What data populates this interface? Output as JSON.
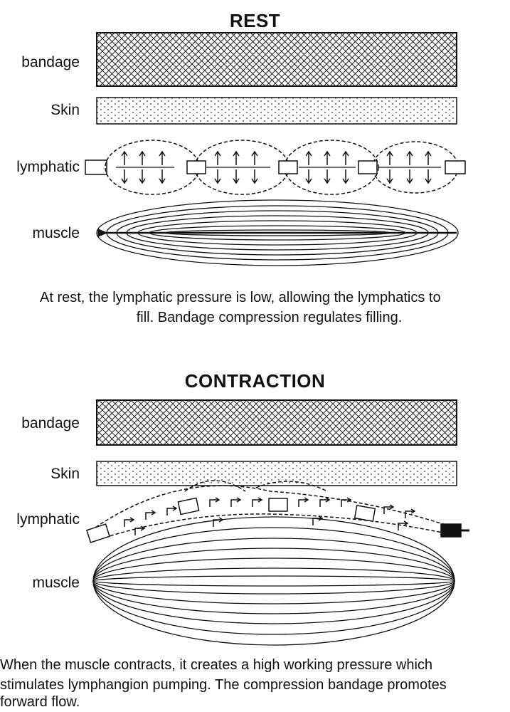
{
  "rest": {
    "title": "REST",
    "labels": {
      "bandage": "bandage",
      "skin": "Skin",
      "lymphatic": "lymphatic",
      "muscle": "muscle"
    },
    "caption_line1": "At rest, the lymphatic pressure is low, allowing the lymphatics to",
    "caption_line2": "fill. Bandage compression regulates filling."
  },
  "contraction": {
    "title": "CONTRACTION",
    "labels": {
      "bandage": "bandage",
      "skin": "Skin",
      "lymphatic": "lymphatic",
      "muscle": "muscle"
    },
    "caption_line1": "When the muscle contracts, it creates a high working pressure which",
    "caption_line2": "stimulates lymphangion pumping. The compression bandage promotes",
    "caption_line3": "forward flow."
  }
}
